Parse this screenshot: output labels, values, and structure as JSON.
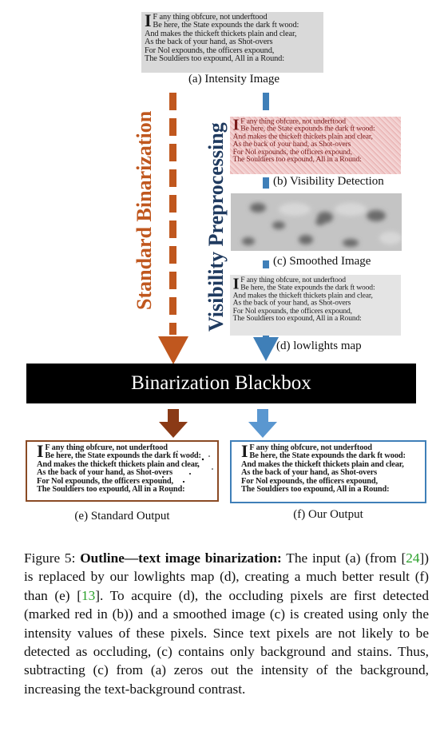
{
  "text_block": {
    "line1_rest": "F any thing obfcure, not underftood",
    "line1_cap": "I",
    "line2": "Be here, the State expounds the dark ft wood:",
    "line3": "And makes the thickeft thickets plain and clear,",
    "line4": "As the back of your hand, as Shot-overs",
    "line5": "For Nol expounds, the officers expound,",
    "line6": "The Souldiers too expound, All in a Round:"
  },
  "labels": {
    "a": "(a) Intensity Image",
    "b": "(b) Visibility Detection",
    "c": "(c) Smoothed Image",
    "d": "(d) lowlights map",
    "e": "(e) Standard Output",
    "f": "(f) Our Output",
    "standard_binarization": "Standard Binarization",
    "visibility_preprocessing": "Visibility Preprocessing",
    "blackbox": "Binarization Blackbox"
  },
  "caption": {
    "prefix": "Figure 5: ",
    "bold": "Outline—text image binarization:",
    "t1": " The input (a) (from [",
    "ref1": "24",
    "t2": "]) is replaced by our lowlights map (d), creating a much better result (f) than (e) [",
    "ref2": "13",
    "t3": "]. To acquire (d), the occluding pixels are first detected (marked red in (b)) and a smoothed image (c) is created using only the intensity values of these pixels. Since text pixels are not likely to be detected as occluding, (c) contains only background and stains. Thus, subtracting (c) from (a) zeros out the intensity of the background, increasing the text-background contrast."
  },
  "colors": {
    "orange": "#c0571e",
    "blue": "#3f7fb8",
    "blackbox": "#000000"
  }
}
